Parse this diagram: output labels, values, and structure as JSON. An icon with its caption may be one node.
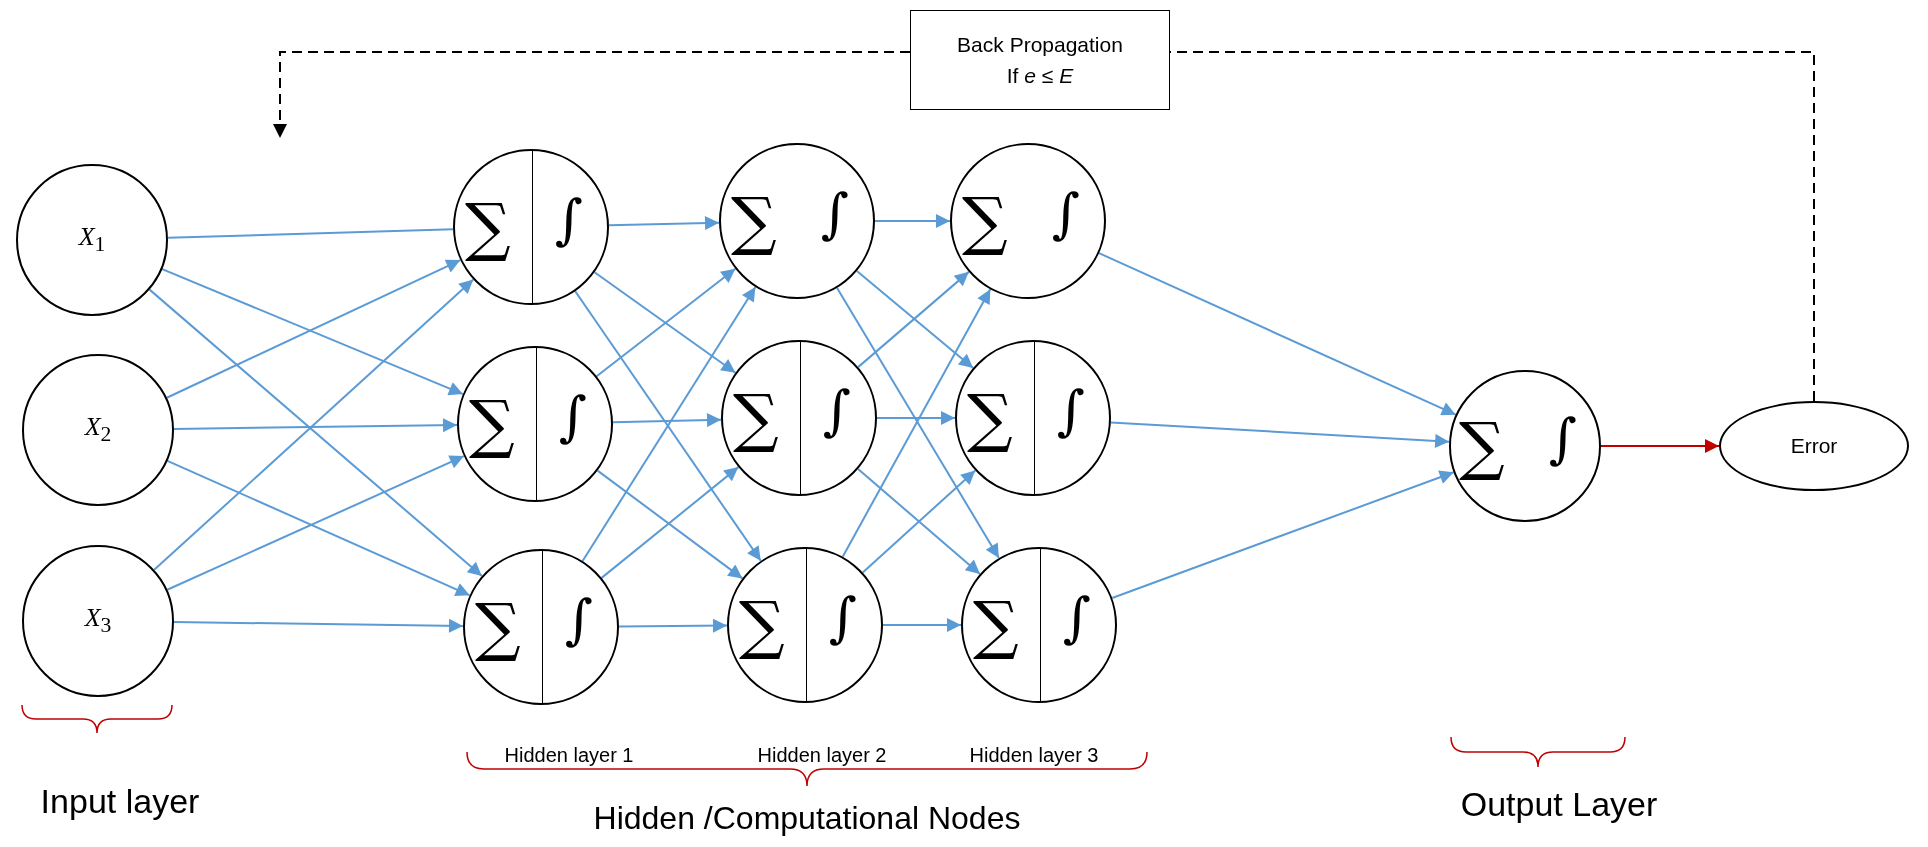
{
  "diagram": {
    "nodes": [
      {
        "text": [
          "*X*$_{1}$"
        ]
      },
      {
        "text": [
          "*X*$_{2}$"
        ]
      },
      {
        "text": [
          "*X*$_{3}$"
        ]
      },
      {
        "text": [
          "∑",
          "∫"
        ]
      },
      {
        "text": [
          "∑",
          "∫"
        ]
      },
      {
        "text": [
          "∑",
          "∫"
        ]
      },
      {
        "text": [
          "∑",
          "∫"
        ]
      },
      {
        "text": [
          "∑",
          "∫"
        ]
      },
      {
        "text": [
          "∑",
          "∫"
        ]
      },
      {
        "text": [
          "∑",
          "∫"
        ]
      },
      {
        "text": [
          "∑",
          "∫"
        ]
      },
      {
        "text": [
          "∑",
          "∫"
        ]
      },
      {
        "text": [
          "∑",
          "∫"
        ]
      },
      {
        "text": [
          "Error"
        ]
      },
      {
        "text": [
          "Back Propagation If *e* ≤ *E*"
        ]
      }
    ],
    "edges": [
      {
        "from": 0,
        "to": 3,
        "arrow": "none"
      },
      {
        "from": 0,
        "to": 4,
        "arrow": "to"
      },
      {
        "from": 0,
        "to": 5,
        "arrow": "to"
      },
      {
        "from": 1,
        "to": 3,
        "arrow": "to"
      },
      {
        "from": 1,
        "to": 4,
        "arrow": "to"
      },
      {
        "from": 1,
        "to": 5,
        "arrow": "to"
      },
      {
        "from": 2,
        "to": 3,
        "arrow": "to"
      },
      {
        "from": 2,
        "to": 4,
        "arrow": "to"
      },
      {
        "from": 2,
        "to": 5,
        "arrow": "to"
      },
      {
        "from": 3,
        "to": 6,
        "arrow": "to"
      },
      {
        "from": 3,
        "to": 7,
        "arrow": "to"
      },
      {
        "from": 3,
        "to": 8,
        "arrow": "to"
      },
      {
        "from": 4,
        "to": 6,
        "arrow": "to"
      },
      {
        "from": 4,
        "to": 7,
        "arrow": "to"
      },
      {
        "from": 4,
        "to": 8,
        "arrow": "to"
      },
      {
        "from": 5,
        "to": 6,
        "arrow": "to"
      },
      {
        "from": 5,
        "to": 7,
        "arrow": "to"
      },
      {
        "from": 5,
        "to": 8,
        "arrow": "to"
      },
      {
        "from": 6,
        "to": 9,
        "arrow": "to"
      },
      {
        "from": 6,
        "to": 10,
        "arrow": "to"
      },
      {
        "from": 6,
        "to": 11,
        "arrow": "to"
      },
      {
        "from": 7,
        "to": 9,
        "arrow": "to"
      },
      {
        "from": 7,
        "to": 10,
        "arrow": "to"
      },
      {
        "from": 7,
        "to": 11,
        "arrow": "to"
      },
      {
        "from": 8,
        "to": 9,
        "arrow": "to"
      },
      {
        "from": 8,
        "to": 10,
        "arrow": "to"
      },
      {
        "from": 8,
        "to": 11,
        "arrow": "to"
      },
      {
        "from": 9,
        "to": 12,
        "arrow": "to"
      },
      {
        "from": 10,
        "to": 12,
        "arrow": "to"
      },
      {
        "from": 11,
        "to": 12,
        "arrow": "to"
      },
      {
        "from": 12,
        "to": 13,
        "arrow": "to",
        "color": "#c00000"
      },
      {
        "from": 13,
        "to": 14,
        "arrow": "none",
        "style": "dashed",
        "color": "#000000"
      },
      {
        "from": 14,
        "to": null,
        "arrow": "to",
        "style": "dashed",
        "color": "#000000"
      }
    ],
    "labels": [
      "Hidden layer 1",
      "Hidden layer 2",
      "Hidden layer 3",
      "Input layer",
      "Output Layer",
      "Hidden /Computational Nodes"
    ]
  }
}
